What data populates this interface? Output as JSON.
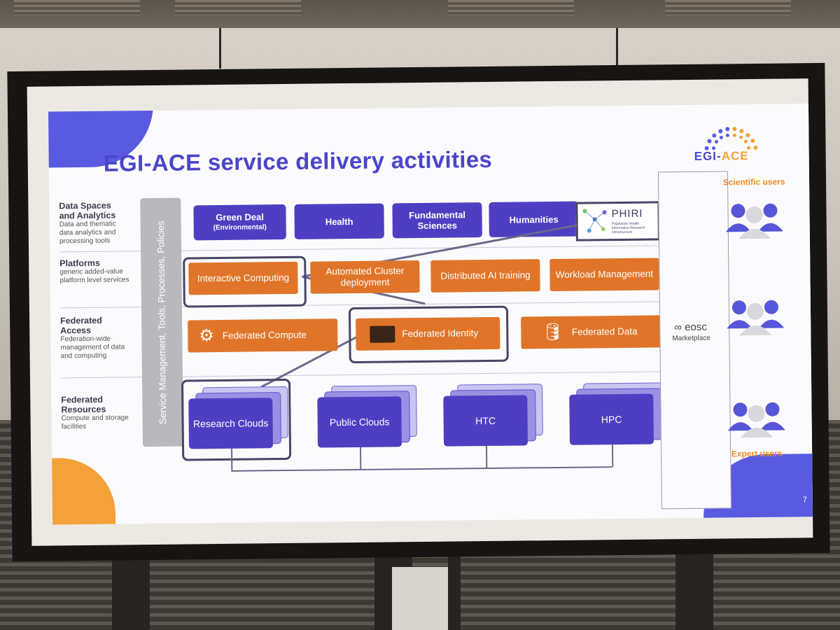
{
  "slide": {
    "title": "EGI-ACE service delivery activities",
    "logo_text_egi": "EGI",
    "logo_text_ace": "ACE",
    "page_number": "7",
    "vertical_bar": "Service Management, Tools, Processes, Policies",
    "rows": [
      {
        "heading": "Data Spaces and Analytics",
        "sub": "Data and thematic data analytics and processing tools"
      },
      {
        "heading": "Platforms",
        "sub": "generic added-value platform level services"
      },
      {
        "heading": "Federated Access",
        "sub": "Federation-wide management of data and computing"
      },
      {
        "heading": "Federated Resources",
        "sub": "Compute and storage facilities"
      }
    ],
    "data_spaces": [
      {
        "label": "Green Deal",
        "sub": "(Environmental)"
      },
      {
        "label": "Health",
        "sub": ""
      },
      {
        "label": "Fundamental Sciences",
        "sub": ""
      },
      {
        "label": "Humanities",
        "sub": ""
      }
    ],
    "phiri": {
      "name": "PHIRI",
      "sub": "Population Health Information Research Infrastructure"
    },
    "platforms": [
      "Interactive Computing",
      "Automated Cluster deployment",
      "Distributed AI training",
      "Workload Management"
    ],
    "federated_access": [
      "Federated Compute",
      "Federated Identity",
      "Federated Data"
    ],
    "resources": [
      "Research Clouds",
      "Public Clouds",
      "HTC",
      "HPC"
    ],
    "eosc": {
      "name": "eosc",
      "sub": "Marketplace"
    },
    "users": {
      "scientific": "Scientific users",
      "expert": "Expert users"
    }
  },
  "colors": {
    "purple": "#4e3fc2",
    "orange": "#e0752a",
    "title": "#4c45c9"
  }
}
